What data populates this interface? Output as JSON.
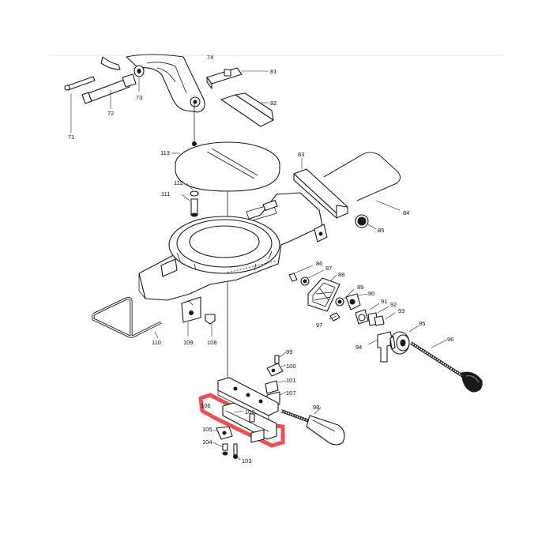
{
  "diagram": {
    "callouts": [
      {
        "id": "p74",
        "text": "74"
      },
      {
        "id": "p81",
        "text": "81"
      },
      {
        "id": "p82",
        "text": "82"
      },
      {
        "id": "p71",
        "text": "71"
      },
      {
        "id": "p72",
        "text": "72"
      },
      {
        "id": "p73",
        "text": "73"
      },
      {
        "id": "p113",
        "text": "113"
      },
      {
        "id": "p83",
        "text": "83"
      },
      {
        "id": "p84",
        "text": "84"
      },
      {
        "id": "p85",
        "text": "85"
      },
      {
        "id": "p112",
        "text": "112"
      },
      {
        "id": "p111",
        "text": "111"
      },
      {
        "id": "p86",
        "text": "86"
      },
      {
        "id": "p87",
        "text": "87"
      },
      {
        "id": "p88",
        "text": "88"
      },
      {
        "id": "p89",
        "text": "89"
      },
      {
        "id": "p90",
        "text": "90"
      },
      {
        "id": "p91",
        "text": "91"
      },
      {
        "id": "p92",
        "text": "92"
      },
      {
        "id": "p93",
        "text": "93"
      },
      {
        "id": "p95",
        "text": "95"
      },
      {
        "id": "p96",
        "text": "96"
      },
      {
        "id": "p97",
        "text": "97"
      },
      {
        "id": "p94",
        "text": "94"
      },
      {
        "id": "p110",
        "text": "110"
      },
      {
        "id": "p109",
        "text": "109"
      },
      {
        "id": "p108",
        "text": "108"
      },
      {
        "id": "p99",
        "text": "99"
      },
      {
        "id": "p100",
        "text": "100"
      },
      {
        "id": "p101",
        "text": "101"
      },
      {
        "id": "p107",
        "text": "107"
      },
      {
        "id": "p98",
        "text": "98"
      },
      {
        "id": "p106",
        "text": "106"
      },
      {
        "id": "p102",
        "text": "102"
      },
      {
        "id": "p105",
        "text": "105"
      },
      {
        "id": "p104",
        "text": "104"
      },
      {
        "id": "p103",
        "text": "103"
      }
    ],
    "highlight": {
      "part": "106",
      "color": "#e8141b"
    },
    "line_color": "#1a1a1a"
  }
}
